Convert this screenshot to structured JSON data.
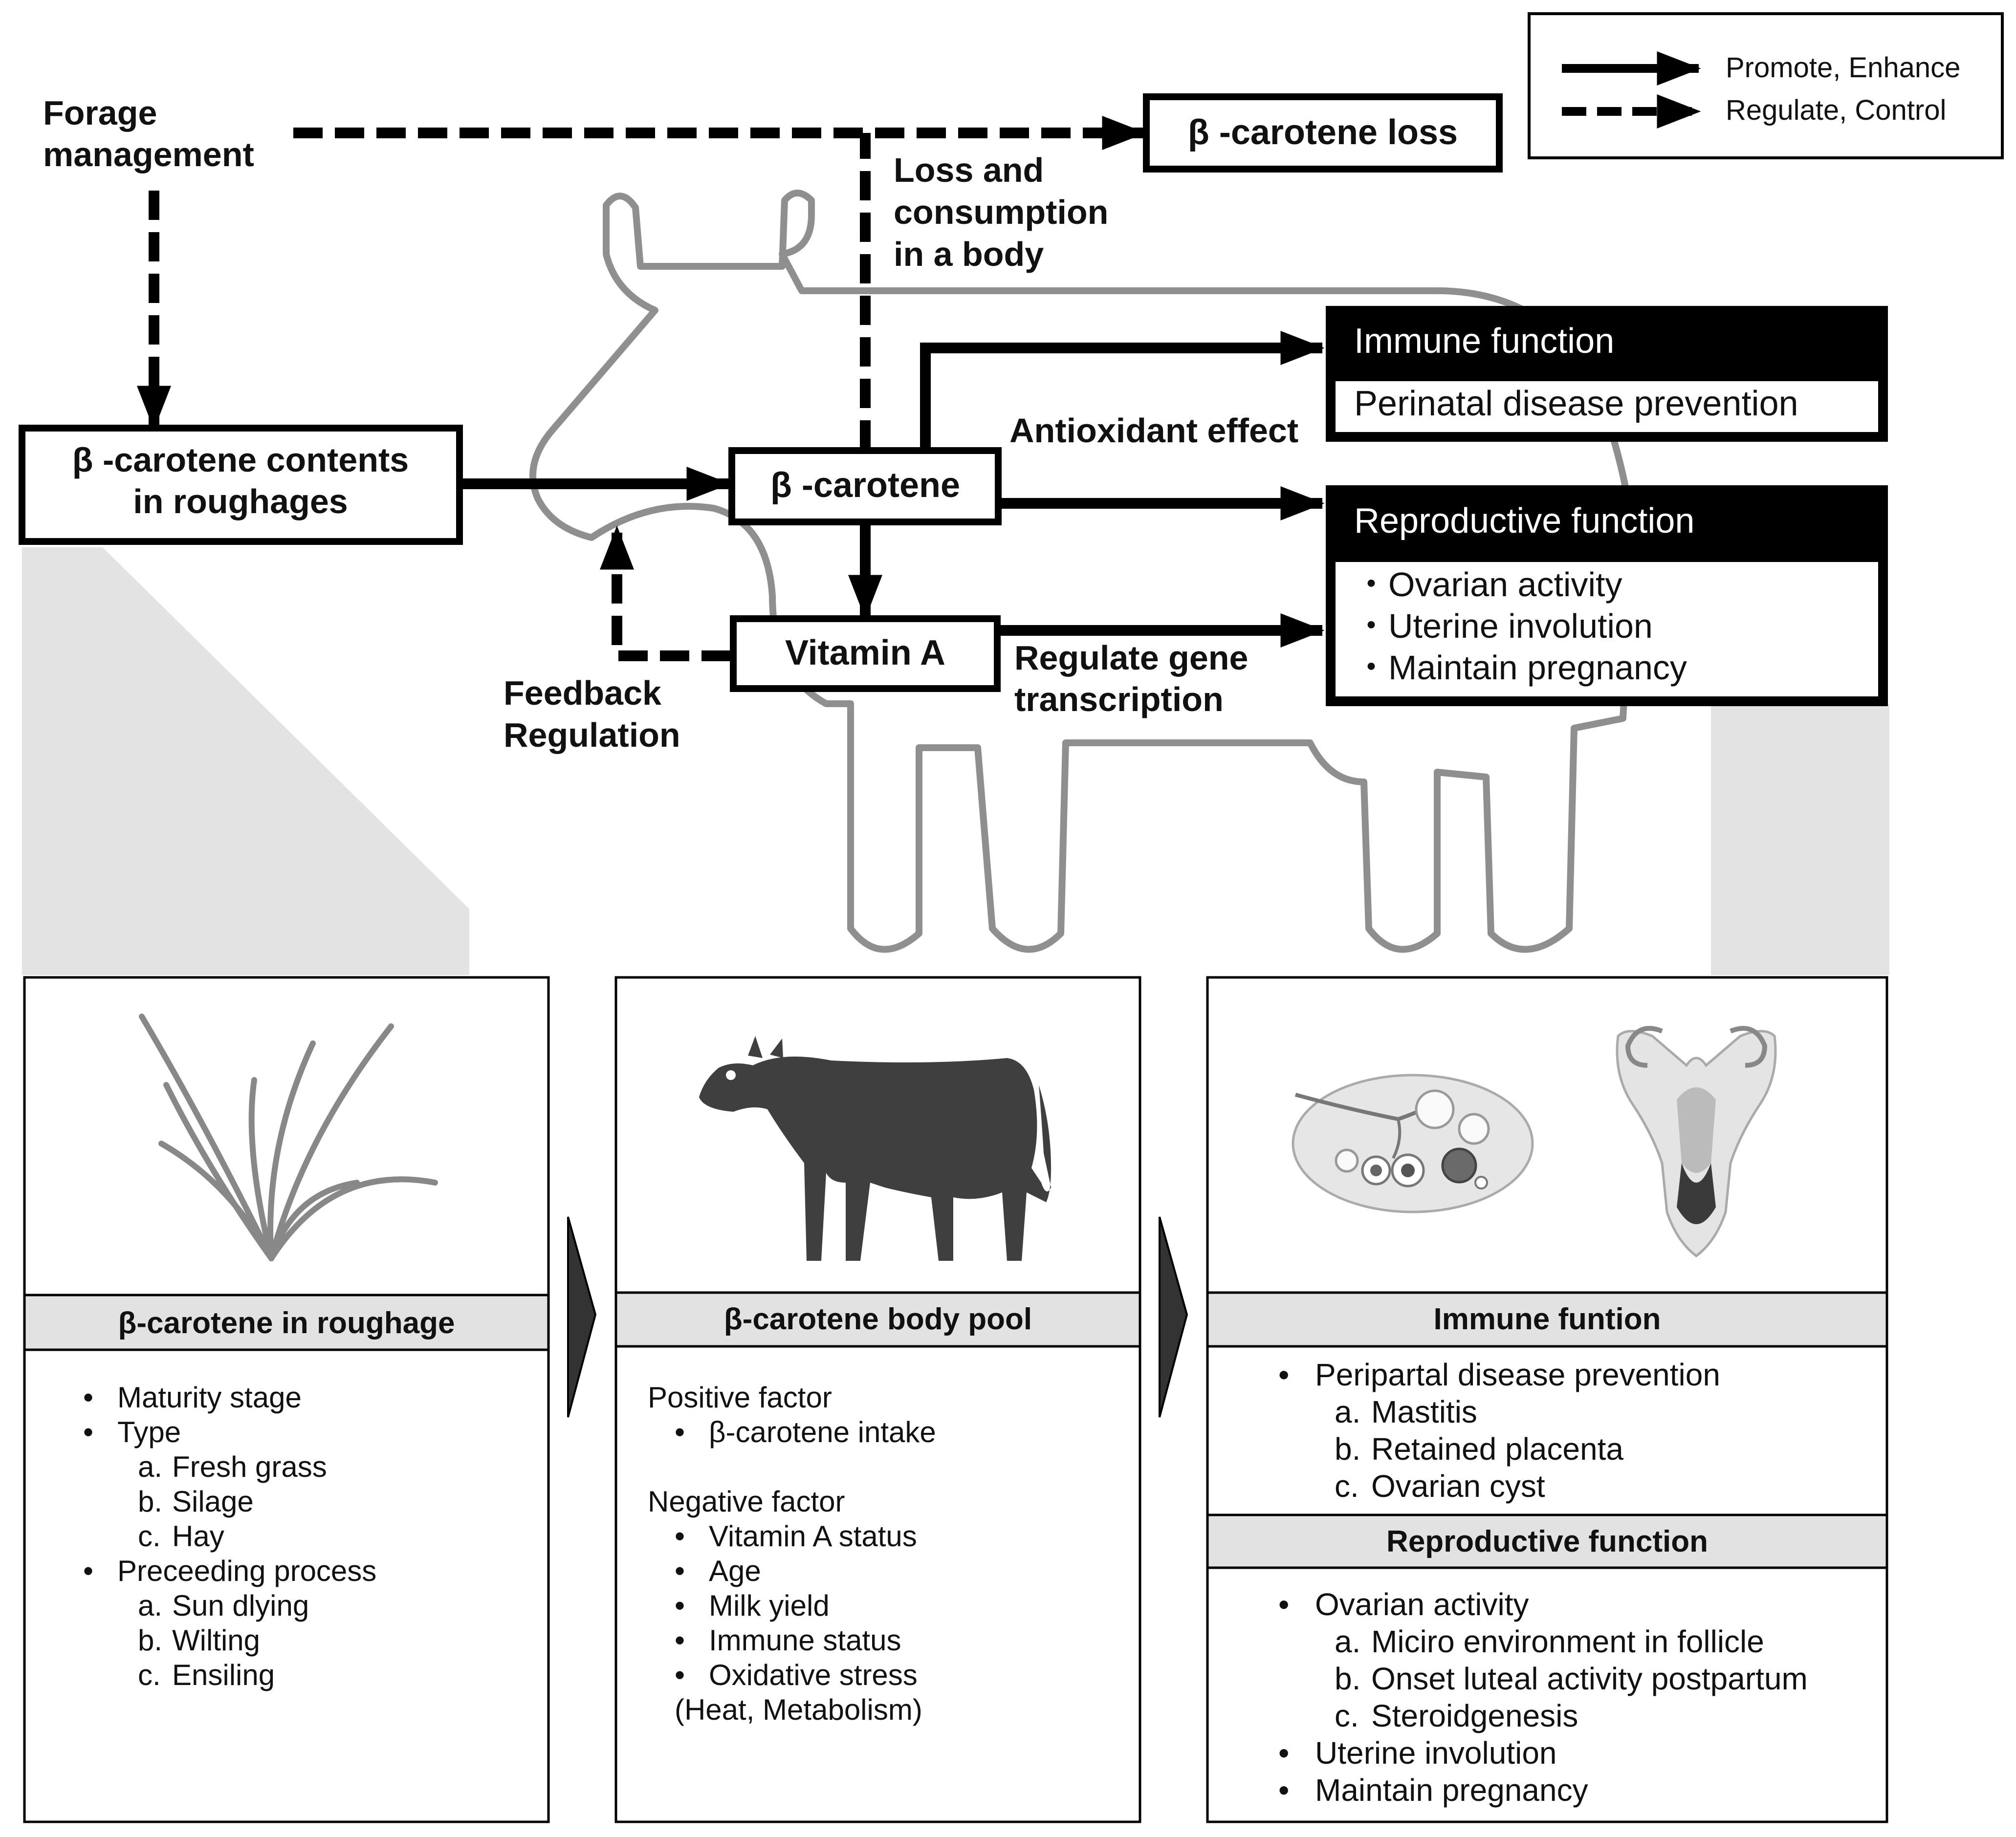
{
  "legend": {
    "promote": "Promote, Enhance",
    "regulate": "Regulate, Control"
  },
  "top": {
    "forage_management": [
      "Forage",
      "management"
    ],
    "carotene_loss": "β -carotene loss",
    "loss_consumption": [
      "Loss and",
      "consumption",
      "in a body"
    ],
    "contents_roughages": [
      "β -carotene contents",
      "in roughages"
    ],
    "carotene": "β -carotene",
    "vitamin_a": "Vitamin A",
    "feedback": [
      "Feedback",
      "Regulation"
    ],
    "antioxidant": "Antioxidant effect",
    "regulate_gene": [
      "Regulate gene",
      "transcription"
    ],
    "immune_title": "Immune function",
    "immune_item": "Perinatal disease prevention",
    "repro_title": "Reproductive function",
    "repro_items": [
      "・Ovarian activity",
      "・Uterine involution",
      "・Maintain pregnancy"
    ]
  },
  "panels": {
    "roughage": {
      "title": "β-carotene in roughage",
      "lines": [
        {
          "b": "•",
          "t": "Maturity stage",
          "lvl": 0
        },
        {
          "b": "•",
          "t": "Type",
          "lvl": 0
        },
        {
          "b": "a.",
          "t": "Fresh grass",
          "lvl": 1
        },
        {
          "b": "b.",
          "t": "Silage",
          "lvl": 1
        },
        {
          "b": "c.",
          "t": "Hay",
          "lvl": 1
        },
        {
          "b": "•",
          "t": "Preceeding process",
          "lvl": 0
        },
        {
          "b": "a.",
          "t": "Sun dlying",
          "lvl": 1
        },
        {
          "b": "b.",
          "t": "Wilting",
          "lvl": 1
        },
        {
          "b": "c.",
          "t": "Ensiling",
          "lvl": 1
        }
      ]
    },
    "body_pool": {
      "title": "β-carotene body pool",
      "lines": [
        {
          "b": "",
          "t": "Positive factor",
          "lvl": 0
        },
        {
          "b": "•",
          "t": "β-carotene intake",
          "lvl": 1
        },
        {
          "b": "",
          "t": "",
          "lvl": 0
        },
        {
          "b": "",
          "t": "Negative factor",
          "lvl": 0
        },
        {
          "b": "•",
          "t": "Vitamin A status",
          "lvl": 1
        },
        {
          "b": "•",
          "t": "Age",
          "lvl": 1
        },
        {
          "b": "•",
          "t": "Milk yield",
          "lvl": 1
        },
        {
          "b": "•",
          "t": "Immune status",
          "lvl": 1
        },
        {
          "b": "•",
          "t": "Oxidative stress",
          "lvl": 1
        },
        {
          "b": "",
          "t": "(Heat, Metabolism)",
          "lvl": 1
        }
      ]
    },
    "function": {
      "immune_title": "Immune funtion",
      "immune_lines": [
        {
          "b": "•",
          "t": "Peripartal disease prevention",
          "lvl": 0
        },
        {
          "b": "a.",
          "t": "Mastitis",
          "lvl": 1
        },
        {
          "b": "b.",
          "t": "Retained placenta",
          "lvl": 1
        },
        {
          "b": "c.",
          "t": "Ovarian cyst",
          "lvl": 1
        }
      ],
      "repro_title": "Reproductive function",
      "repro_lines": [
        {
          "b": "•",
          "t": "Ovarian activity",
          "lvl": 0
        },
        {
          "b": "a.",
          "t": "Miciro environment in follicle",
          "lvl": 1
        },
        {
          "b": "b.",
          "t": "Onset luteal activity postpartum",
          "lvl": 1
        },
        {
          "b": "c.",
          "t": "Steroidgenesis",
          "lvl": 1
        },
        {
          "b": "•",
          "t": "Uterine involution",
          "lvl": 0
        },
        {
          "b": "•",
          "t": "Maintain pregnancy",
          "lvl": 0
        }
      ]
    }
  },
  "icons": {
    "grass": "grass-icon",
    "cow": "cow-icon",
    "ovary": "ovary-icon",
    "uterus": "uterus-icon",
    "arrow1": "panel-arrow-icon",
    "arrow2": "panel-arrow-icon"
  },
  "colors": {
    "black": "#000000",
    "cow_outline": "#8f8f8f",
    "header_fill": "#e2e2e2",
    "projection_fill": "#e3e3e3",
    "cow_silhouette": "#3f3f3f"
  }
}
